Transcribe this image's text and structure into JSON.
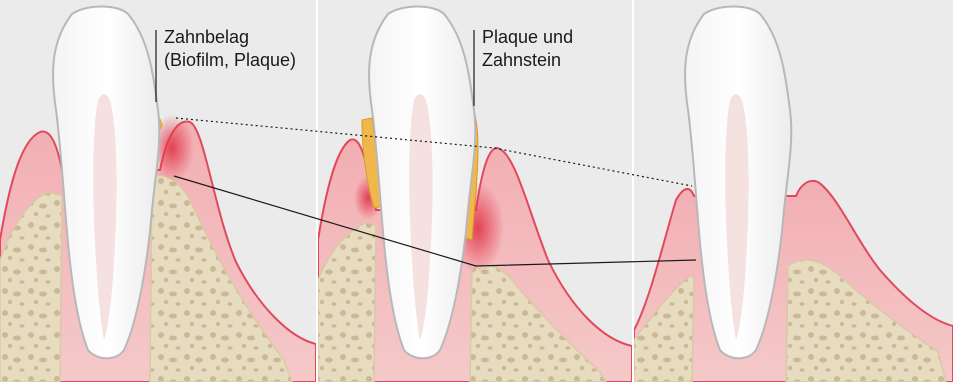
{
  "stages": [
    {
      "id": "healthy-gum-with-plaque",
      "callout": {
        "line1": "Zahnbelag",
        "line2": "(Biofilm, Plaque)"
      }
    },
    {
      "id": "gingivitis-with-tartar",
      "callout": {
        "line1": "Plaque und",
        "line2": "Zahnstein"
      }
    },
    {
      "id": "gum-recession",
      "callout": null
    }
  ],
  "colors": {
    "panel_background": "#ebebeb",
    "panel_divider": "#ffffff",
    "gum_pink": "#f3bfc1",
    "gum_edge": "#e04a5c",
    "inflamed_red": "#e8404f",
    "bone": "#e8dcc0",
    "bone_cells": "#c9b794",
    "tooth_enamel": "#ffffff",
    "tooth_outline": "#b8b8b8",
    "tooth_pulp": "#f5e2e0",
    "plaque": "#f0b84a",
    "connector_line": "#1a1a1a"
  }
}
